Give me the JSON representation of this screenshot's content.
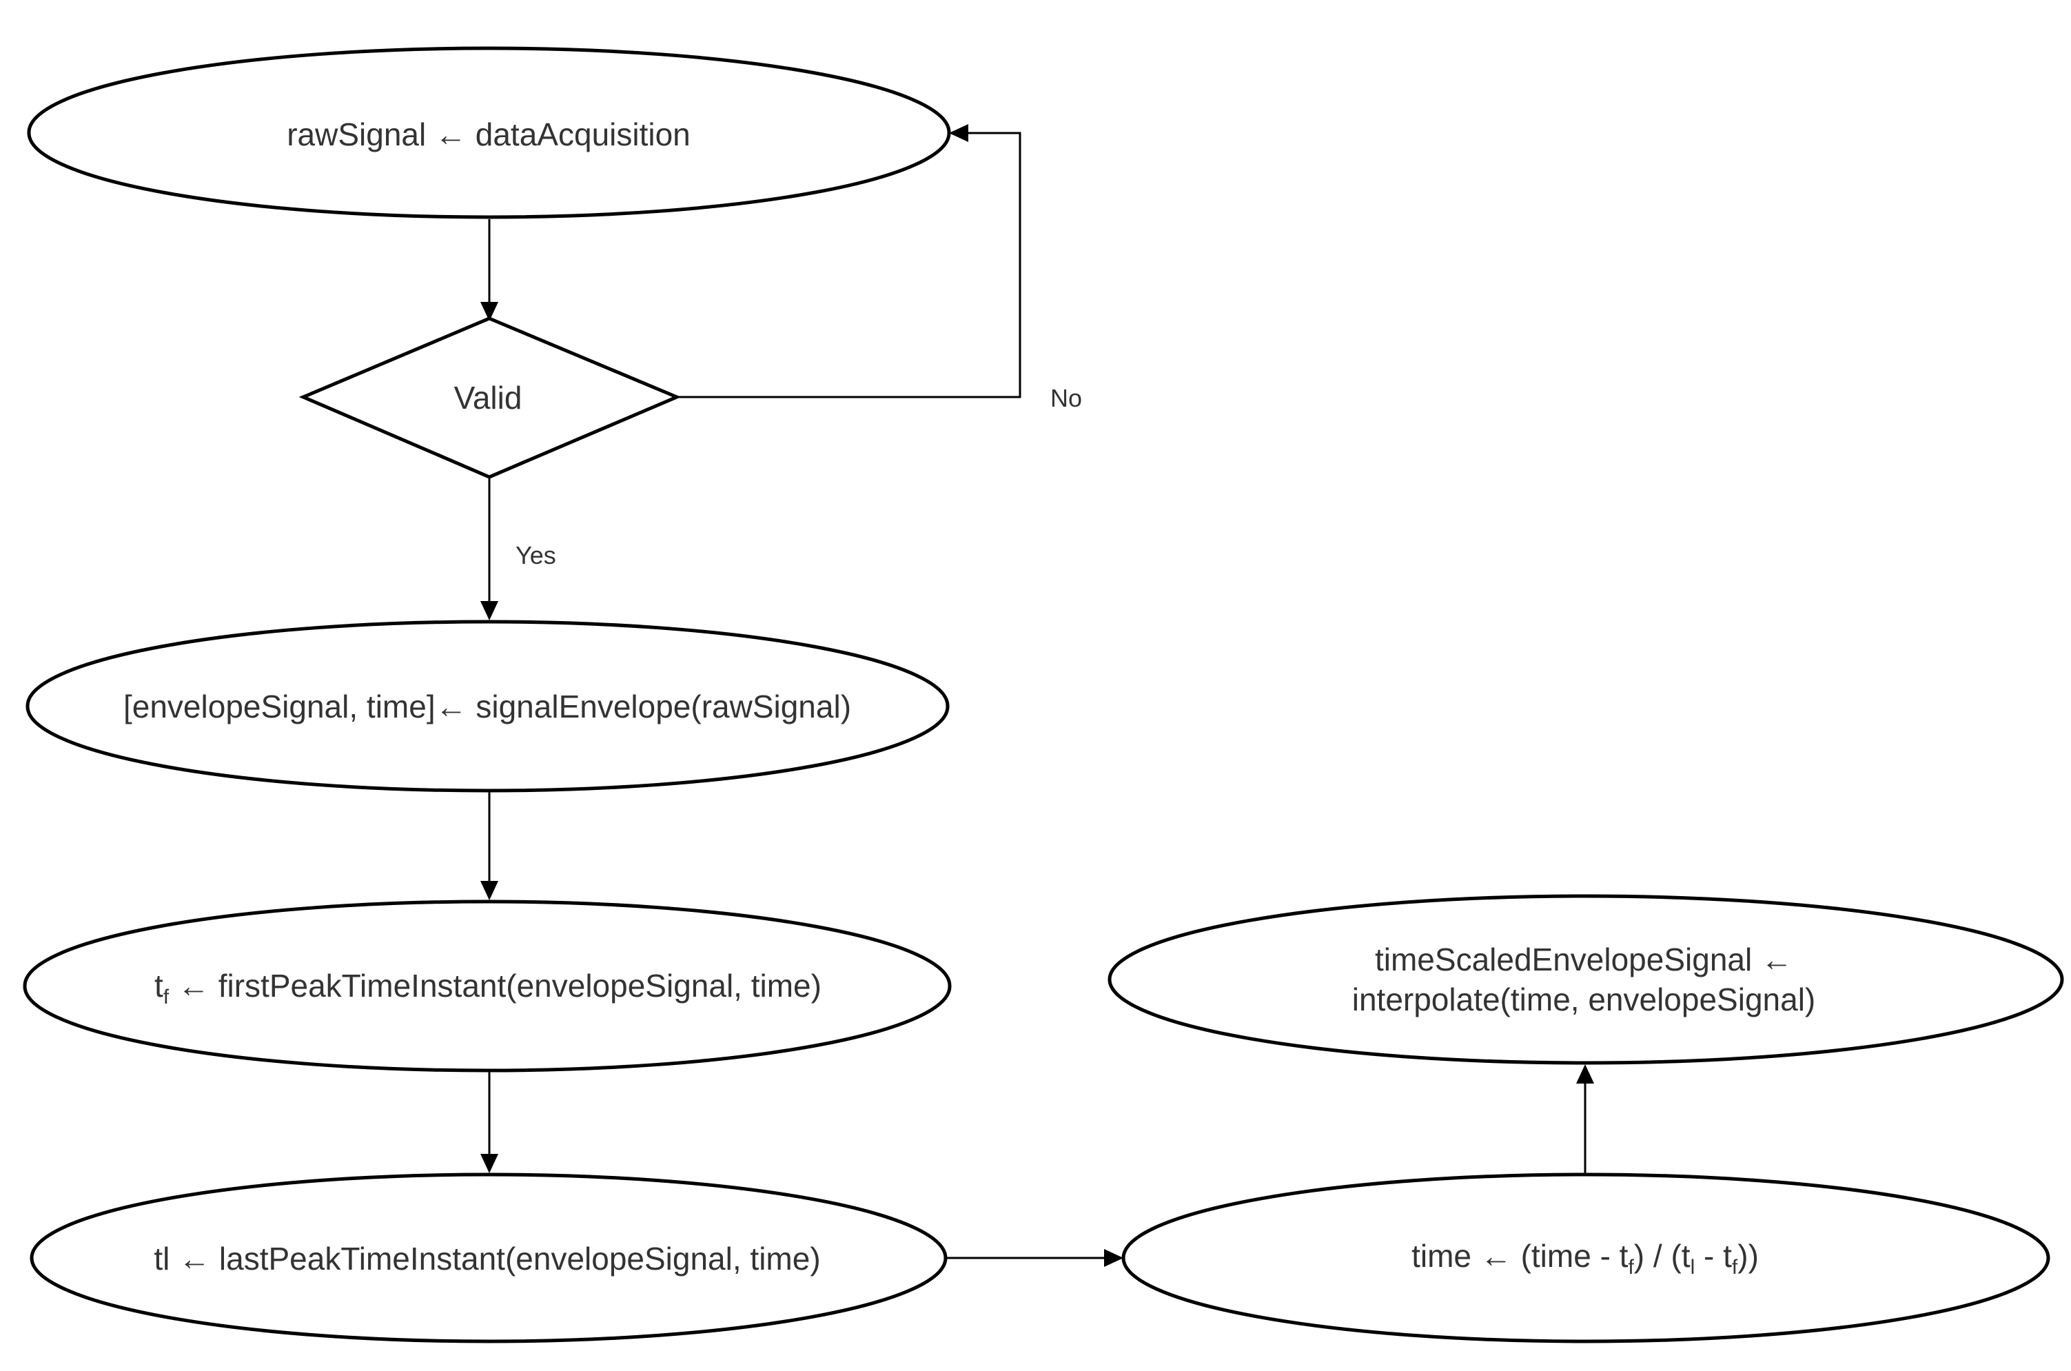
{
  "nodes": {
    "acquire": {
      "label": "rawSignal ← dataAcquisition"
    },
    "decision": {
      "label": "Valid"
    },
    "envelope": {
      "label": "[envelopeSignal, time]← signalEnvelope(rawSignal)"
    },
    "first_peak": {
      "var": "t",
      "sub": "f",
      "rest": " ← firstPeakTimeInstant(envelopeSignal, time)"
    },
    "last_peak": {
      "var": "tl",
      "rest": " ←  lastPeakTimeInstant(envelopeSignal, time)"
    },
    "scale": {
      "p1": "time ←  (time - t",
      "s1": "f",
      "p2": ") / (t",
      "s2": "l",
      "p3": " - t",
      "s3": "f",
      "p4": "))"
    },
    "interpolate": {
      "line1": "timeScaledEnvelopeSignal ←",
      "line2": "interpolate(time, envelopeSignal)"
    }
  },
  "edges": {
    "no_label": "No",
    "yes_label": "Yes"
  }
}
